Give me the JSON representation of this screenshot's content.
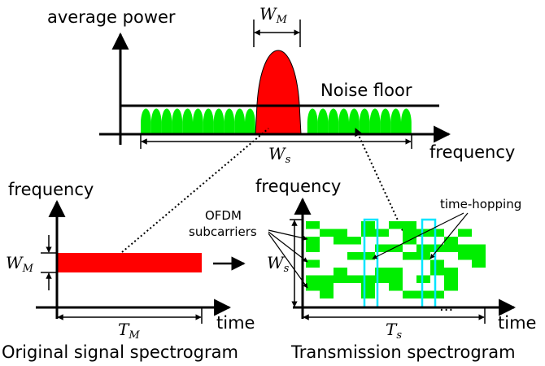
{
  "top_plot": {
    "y_label": "average power",
    "x_label": "frequency",
    "noise_floor_label": "Noise floor",
    "wm_label": "W",
    "wm_sub": "M",
    "ws_label": "W",
    "ws_sub": "s"
  },
  "left_plot": {
    "y_label": "frequency",
    "x_label": "time",
    "wm_label": "W",
    "wm_sub": "M",
    "tm_label": "T",
    "tm_sub": "M",
    "caption": "Original signal spectrogram"
  },
  "right_plot": {
    "y_label": "frequency",
    "x_label": "time",
    "ofdm_label_line1": "OFDM",
    "ofdm_label_line2": "subcarriers",
    "hopping_label": "time-hopping",
    "ws_label": "W",
    "ws_sub": "s",
    "ts_label": "T",
    "ts_sub": "s",
    "ellipsis": "...",
    "caption": "Transmission spectrogram"
  },
  "colors": {
    "signal": "#ff0000",
    "subcarrier": "#00ee00",
    "hop_window": "#00e5ff",
    "axis": "#000000"
  }
}
